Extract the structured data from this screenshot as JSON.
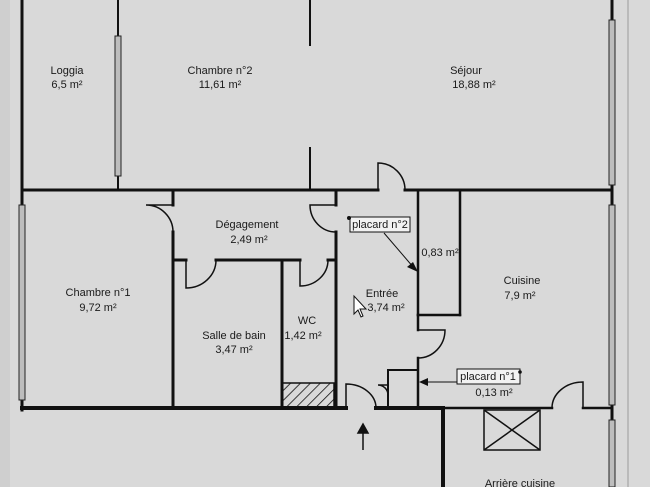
{
  "rooms": [
    {
      "id": "loggia",
      "name": "Loggia",
      "area": "6,5 m²"
    },
    {
      "id": "chambre-2",
      "name": "Chambre n°2",
      "area": "11,61 m²"
    },
    {
      "id": "sejour",
      "name": "Séjour",
      "area": "18,88 m²"
    },
    {
      "id": "degagement",
      "name": "Dégagement",
      "area": "2,49 m²"
    },
    {
      "id": "chambre-1",
      "name": "Chambre n°1",
      "area": "9,72 m²"
    },
    {
      "id": "salle-de-bain",
      "name": "Salle de bain",
      "area": "3,47 m²"
    },
    {
      "id": "wc",
      "name": "WC",
      "area": "1,42 m²"
    },
    {
      "id": "entree",
      "name": "Entrée",
      "area": "3,74 m²"
    },
    {
      "id": "cuisine",
      "name": "Cuisine",
      "area": "7,9 m²"
    },
    {
      "id": "arriere-cuisine",
      "name": "Arrière cuisine",
      "area": ""
    }
  ],
  "callouts": {
    "placard_2": {
      "label": "placard n°2",
      "area": "0,83 m²"
    },
    "placard_1": {
      "label": "placard n°1",
      "area": "0,13 m²"
    }
  },
  "icons": [
    "entrance-arrow-icon",
    "mouse-cursor-icon",
    "bathtub-hatch-icon",
    "ventilation-box-icon"
  ],
  "colors": {
    "background": "#d9d9d9",
    "wall": "#111111",
    "window": "#3a3a3a"
  }
}
